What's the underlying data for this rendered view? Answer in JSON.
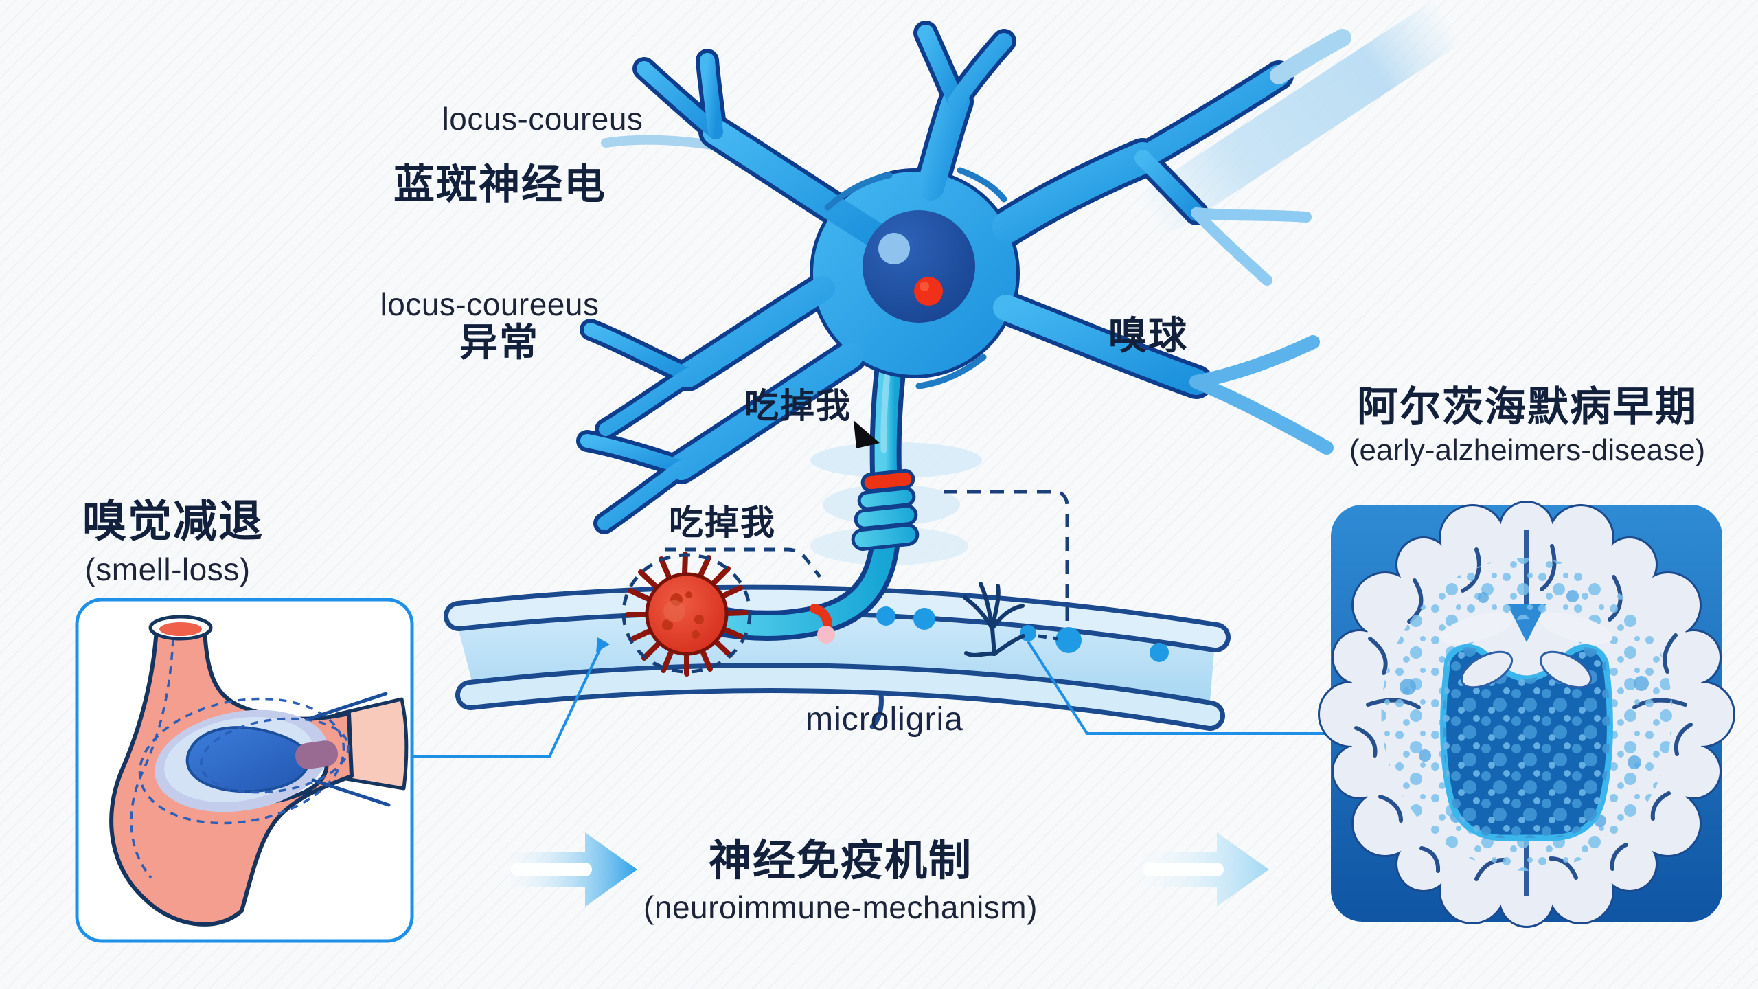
{
  "figure": {
    "locus_coeruleus": {
      "label_en": "locus-coureus",
      "label_zh": "蓝斑神经电"
    },
    "locus_abnormal": {
      "label_en": "locus-coureeus",
      "label_zh": "异常"
    },
    "olfactory_bulb": {
      "label_zh": "嗅球"
    },
    "eat_me_axon": {
      "label_zh": "吃掉我"
    },
    "eat_me_microglia": {
      "label_zh": "吃掉我"
    },
    "microglia": {
      "label_en": "microligria"
    },
    "smell_loss": {
      "label_zh": "嗅觉减退",
      "label_en": "(smell-loss)"
    },
    "alzheimers": {
      "label_zh": "阿尔茨海默病早期",
      "label_en": "(early-alzheimers-disease)"
    },
    "mechanism": {
      "label_zh": "神经免疫机制",
      "label_en": "(neuroimmune-mechanism)"
    }
  },
  "colors": {
    "background": "#f7f9fa",
    "neuron_blue": "#2aa7eb",
    "neuron_outline": "#0e3d8e",
    "axon_cyan": "#1fb0dd",
    "alert_red": "#e63319",
    "mucosa_band": "#bfe2f7",
    "dot_blue": "#1e9be4",
    "connector_blue": "#1e90e8",
    "panel_blue": "#1565b2",
    "nasal_pink": "#f49e90",
    "text_dark": "#13203c"
  }
}
